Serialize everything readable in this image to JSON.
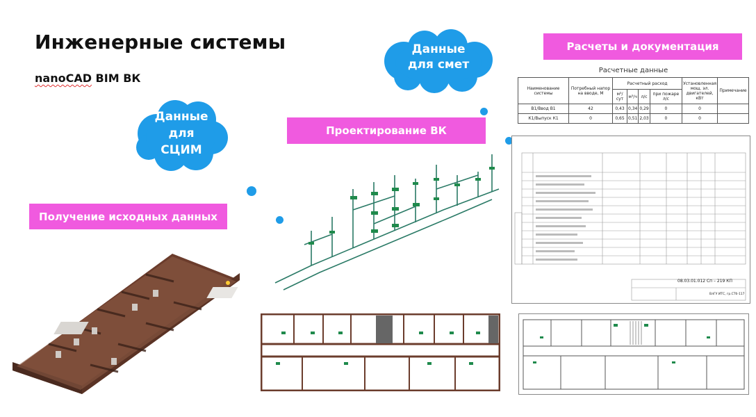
{
  "slide": {
    "title": "Инженерные системы",
    "subtitle_part1": "nanoCAD",
    "subtitle_part2": " BIM ВК"
  },
  "labels": {
    "initial_data": "Получение исходных данных",
    "design": "Проектирование ВК",
    "calc_docs": "Расчеты и документация"
  },
  "clouds": {
    "scim": [
      "Данные",
      "для",
      "СЦИМ"
    ],
    "estimates": [
      "Данные",
      "для смет"
    ]
  },
  "calc_table": {
    "caption": "Расчетные данные",
    "headers": {
      "system": "Наименование системы",
      "pressure": "Потребный напор на вводе, М",
      "flow": "Расчетный расход",
      "m3day": "м³/сут",
      "m3h": "м³/ч",
      "ls": "л/с",
      "fire": "при пожаре л/с",
      "power": "Установленная мощ. эл. двигателей, кВт",
      "note": "Примечание"
    },
    "rows": [
      [
        "В1/Ввод В1",
        "42",
        "0,43",
        "0,34",
        "0,29",
        "0",
        "0",
        ""
      ],
      [
        "К1/Выпуск К1",
        "0",
        "0,65",
        "0,51",
        "2,03",
        "0",
        "0",
        ""
      ]
    ]
  },
  "spec_sheet": {
    "code": "08.03.01.012 Сп – 219 КП",
    "org": "ВлГУ ИТС, гр.СТб-117"
  },
  "colors": {
    "accent_pink": "#f05adf",
    "cloud_blue": "#1f9ce8",
    "wall_brown": "#7a4a38",
    "pipe_green": "#1f8a4c"
  }
}
